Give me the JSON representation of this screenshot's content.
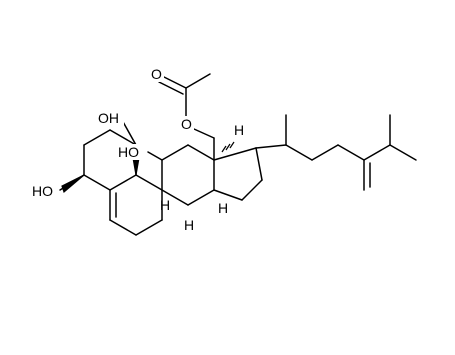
{
  "molecule": {
    "atoms": {
      "carbonyl_oxygen": "O",
      "ester_oxygen": "O",
      "hydroxyl_c11": "HO",
      "hydroxyl_c1": "OH",
      "hydroxyl_c3": "HO"
    },
    "stereo_hydrogens": {
      "h_c17": "H",
      "h_c8": "H",
      "h_c9": "H",
      "h_c14": "H"
    }
  }
}
